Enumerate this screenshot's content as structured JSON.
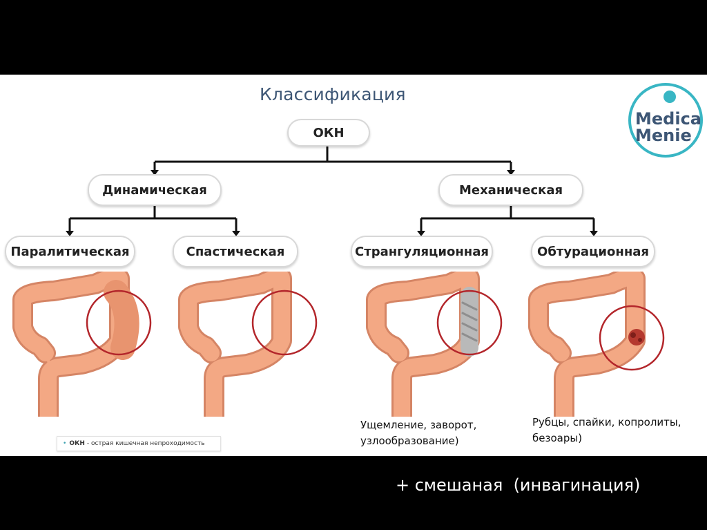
{
  "title": "Классификация",
  "root": "ОКН",
  "level1": [
    "Динамическая",
    "Механическая"
  ],
  "level2": [
    "Паралитическая",
    "Спастическая",
    "Странгуляционная",
    "Обтурационная"
  ],
  "notes": {
    "strangulation_line1": "Ущемление, заворот,",
    "strangulation_line2": "узлообразование)",
    "obturation_line1": "Рубцы, спайки, копролиты,",
    "obturation_line2": "безоары)"
  },
  "legend": {
    "abbr": "ОКН",
    "text": "- острая кишечная непроходимость"
  },
  "logo": {
    "line1": "Medica",
    "line2": "Menie"
  },
  "footer": "+ смешаная  (инвагинация)",
  "colors": {
    "accent": "#3d5675",
    "colon": "#f0a07c",
    "circle": "#b3262b",
    "logo": "#39b6c4"
  }
}
